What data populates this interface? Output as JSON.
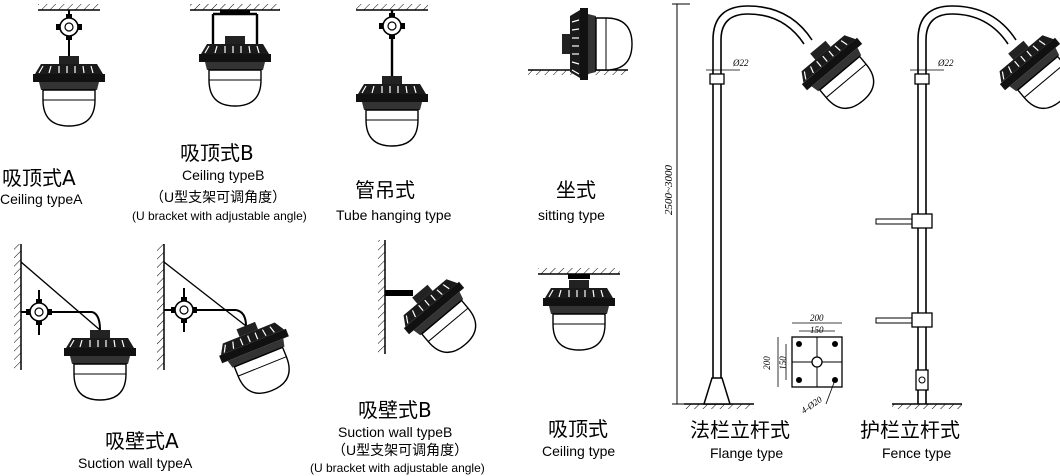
{
  "labels": {
    "ceiling_a": {
      "cn": "吸顶式A",
      "en": "Ceiling typeA"
    },
    "ceiling_b": {
      "cn": "吸顶式B",
      "en": "Ceiling typeB",
      "note_cn": "（U型支架可调角度）",
      "note_en": "(U bracket with adjustable angle)"
    },
    "tube_hanging": {
      "cn": "管吊式",
      "en": "Tube hanging type"
    },
    "sitting": {
      "cn": "坐式",
      "en": "sitting type"
    },
    "wall_a": {
      "cn": "吸壁式A",
      "en": "Suction wall typeA"
    },
    "wall_b": {
      "cn": "吸壁式B",
      "en": "Suction wall typeB",
      "note_cn": "（U型支架可调角度）",
      "note_en": "(U bracket with adjustable angle)"
    },
    "ceiling": {
      "cn": "吸顶式",
      "en": "Ceiling type"
    },
    "flange": {
      "cn": "法栏立杆式",
      "en": "Flange type"
    },
    "fence": {
      "cn": "护栏立杆式",
      "en": "Fence type"
    }
  },
  "dimensions": {
    "pole_height": "2500~3000",
    "pipe_dia_1": "Ø22",
    "pipe_dia_2": "Ø22",
    "flange_outer": "200",
    "flange_inner": "150",
    "flange_outer_v": "200",
    "flange_inner_v": "150",
    "bolt_holes": "4-Ø20"
  }
}
